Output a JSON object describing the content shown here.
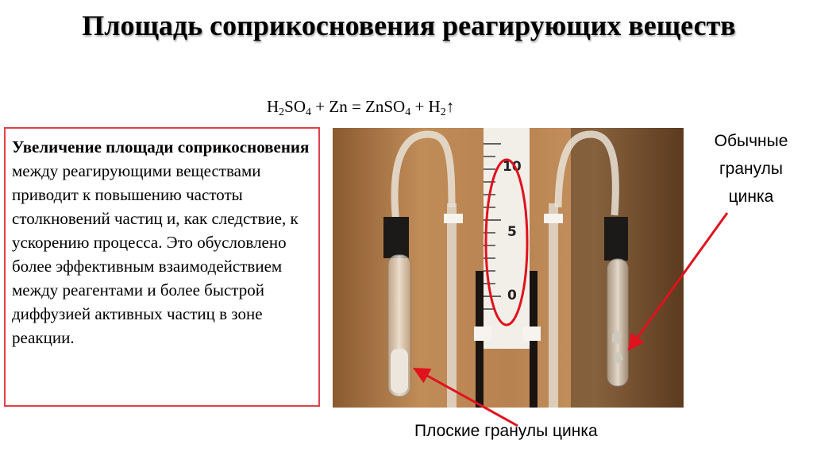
{
  "slide": {
    "title": "Площадь соприкосновения реагирующих веществ",
    "equation": {
      "h": "H",
      "sub2": "2",
      "so": "SO",
      "sub4": "4",
      "plus_zn": " + Zn  = ZnSO",
      "sub4b": "4",
      "plus_h": "  +  H",
      "sub2b": "2",
      "arrow": "↑"
    },
    "description": {
      "bold_part": "Увеличение площади соприкосновения",
      "regular_part": " между реагирующими веществами приводит к повышению частоты столкновений частиц и, как следствие, к ускорению процесса. Это обусловлено более эффективным взаимодействием между реагентами и более быстрой диффузией активных частиц в зоне реакции."
    },
    "label_regular_granules": "Обычные гранулы цинка",
    "label_flat_granules": "Плоские гранулы цинка",
    "scale_ticks": [
      "10",
      "5",
      "0"
    ],
    "colors": {
      "frame_red": "#e0404a",
      "arrow_red": "#e0121e",
      "wood": "#b58450"
    }
  }
}
